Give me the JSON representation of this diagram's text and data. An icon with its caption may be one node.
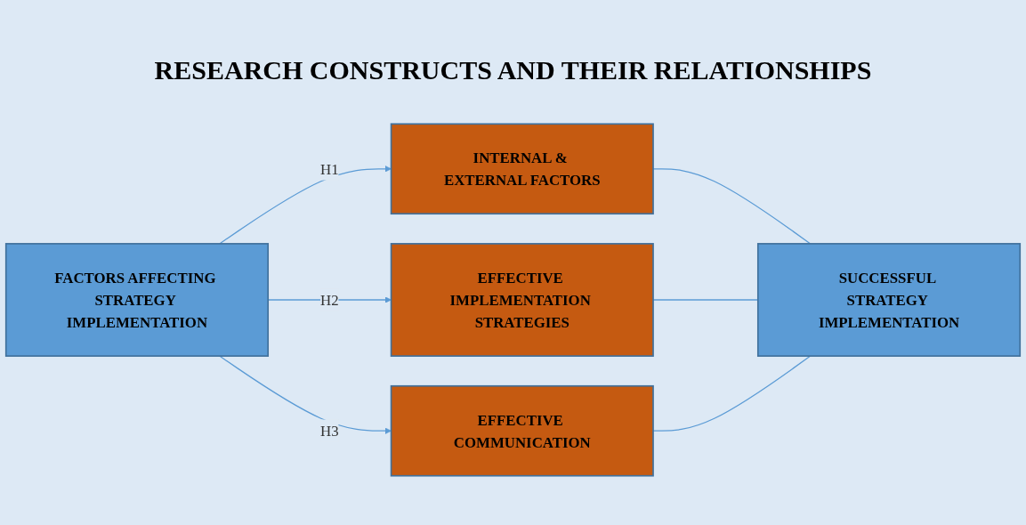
{
  "diagram": {
    "title": "RESEARCH CONSTRUCTS AND THEIR RELATIONSHIPS",
    "nodes": [
      {
        "text": [
          "FACTORS AFFECTING STRATEGY IMPLEMENTATION"
        ]
      },
      {
        "text": [
          "INTERNAL & EXTERNAL FACTORS"
        ]
      },
      {
        "text": [
          "EFFECTIVE IMPLEMENTATION STRATEGIES"
        ]
      },
      {
        "text": [
          "EFFECTIVE COMMUNICATION"
        ]
      },
      {
        "text": [
          "SUCCESSFUL STRATEGY IMPLEMENTATION"
        ]
      }
    ],
    "edges": [
      {
        "from": 0,
        "to": 1,
        "arrow": "to",
        "label": "H1"
      },
      {
        "from": 0,
        "to": 2,
        "arrow": "to",
        "label": "H2"
      },
      {
        "from": 0,
        "to": 3,
        "arrow": "to",
        "label": "H3"
      },
      {
        "from": 1,
        "to": 4,
        "arrow": "none"
      },
      {
        "from": 2,
        "to": 4,
        "arrow": "none"
      },
      {
        "from": 3,
        "to": 4,
        "arrow": "none"
      }
    ]
  }
}
